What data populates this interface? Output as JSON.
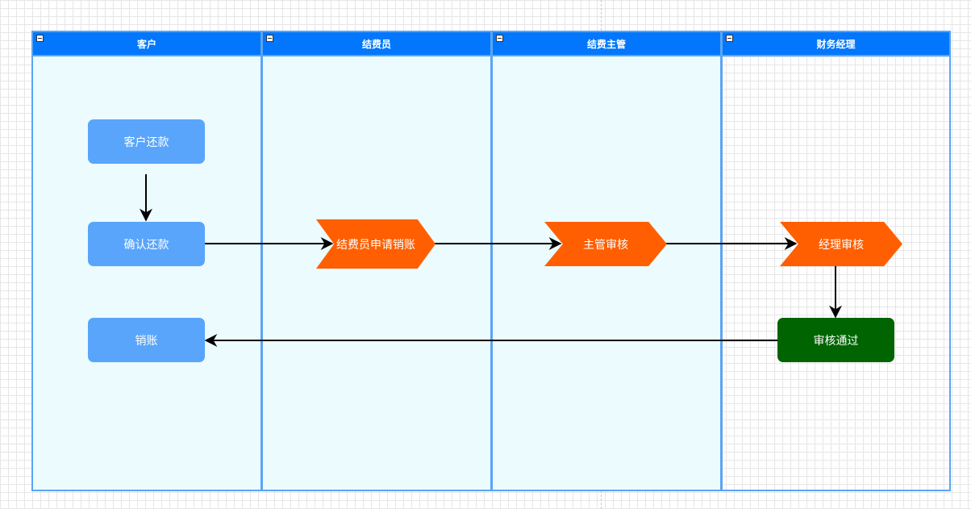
{
  "lanes": [
    {
      "title": "客户"
    },
    {
      "title": "结费员"
    },
    {
      "title": "结费主管"
    },
    {
      "title": "财务经理"
    }
  ],
  "nodes": {
    "customer_repay": "客户还款",
    "confirm_repay": "确认还款",
    "write_off": "销账",
    "clerk_apply": "结费员申请销账",
    "supervisor_review": "主管审核",
    "manager_review": "经理审核",
    "approved": "审核通过"
  },
  "colors": {
    "header_bg": "#0277fd",
    "lane_border": "#5aa4f5",
    "lane_fill": "#ecfbfd",
    "process_blue": "#59a5fb",
    "chevron_orange": "#ff5f00",
    "approved_green": "#006400"
  },
  "icons": {
    "lane_collapse": "minus-box-icon"
  }
}
